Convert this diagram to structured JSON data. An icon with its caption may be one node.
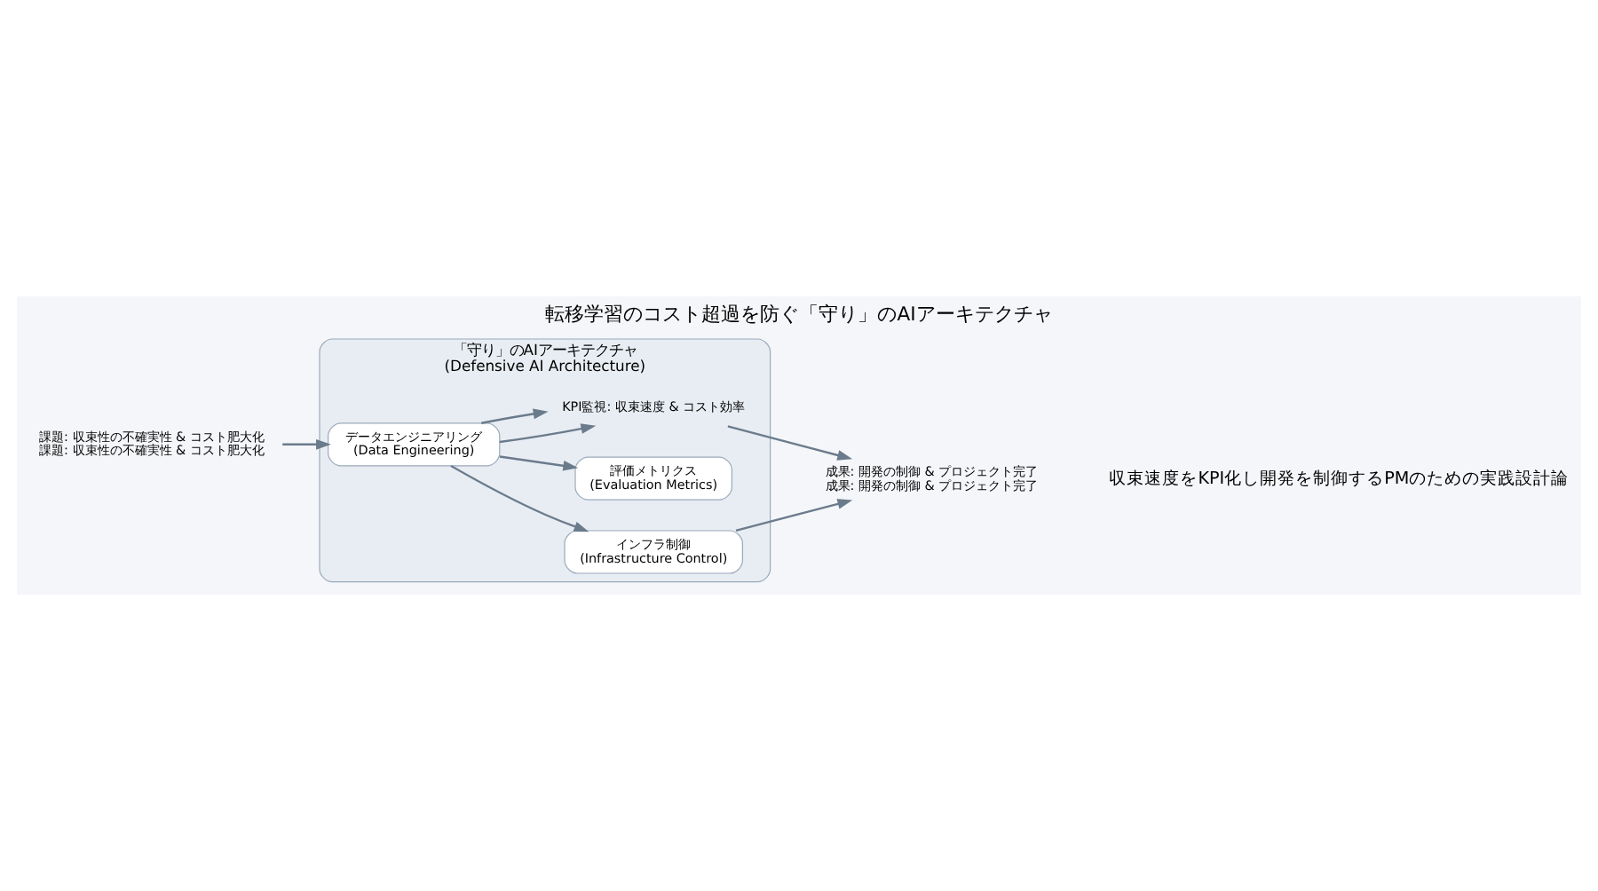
{
  "diagram": {
    "title": "転移学習のコスト超過を防ぐ「守り」のAIアーキテクチャ",
    "caption": "収束速度をKPI化し開発を制御するPMのための実践設計論",
    "nodes": [
      {
        "text": [
          "「守り」のAIアーキテクチャ",
          "(Defensive AI Architecture)"
        ]
      },
      {
        "text": [
          "データエンジニアリング",
          "(Data Engineering)"
        ],
        "in": 0
      },
      {
        "text": [
          "インフラ制御",
          "(Infrastructure Control)"
        ],
        "in": 0
      },
      {
        "text": [
          "評価メトリクス",
          "(Evaluation Metrics)"
        ],
        "in": 0
      },
      {
        "text": [
          "KPI監視: 収束速度 & コスト効率"
        ],
        "in": 0
      },
      {
        "text": [
          "課題: 収束性の不確実性 & コスト肥大化",
          "課題: 収束性の不確実性 & コスト肥大化"
        ]
      },
      {
        "text": [
          "成果: 開発の制御 & プロジェクト完了",
          "成果: 開発の制御 & プロジェクト完了"
        ]
      }
    ],
    "edges": [
      {
        "from": 5,
        "to": 1,
        "arrow": "to"
      },
      {
        "from": 1,
        "to": 2,
        "arrow": "to"
      },
      {
        "from": 1,
        "to": 3,
        "arrow": "to"
      },
      {
        "from": 1,
        "to": 4,
        "arrow": "to"
      },
      {
        "from": 1,
        "to": 4,
        "arrow": "to"
      },
      {
        "from": 2,
        "to": 6,
        "arrow": "to"
      },
      {
        "from": 4,
        "to": 6,
        "arrow": "to"
      }
    ]
  }
}
